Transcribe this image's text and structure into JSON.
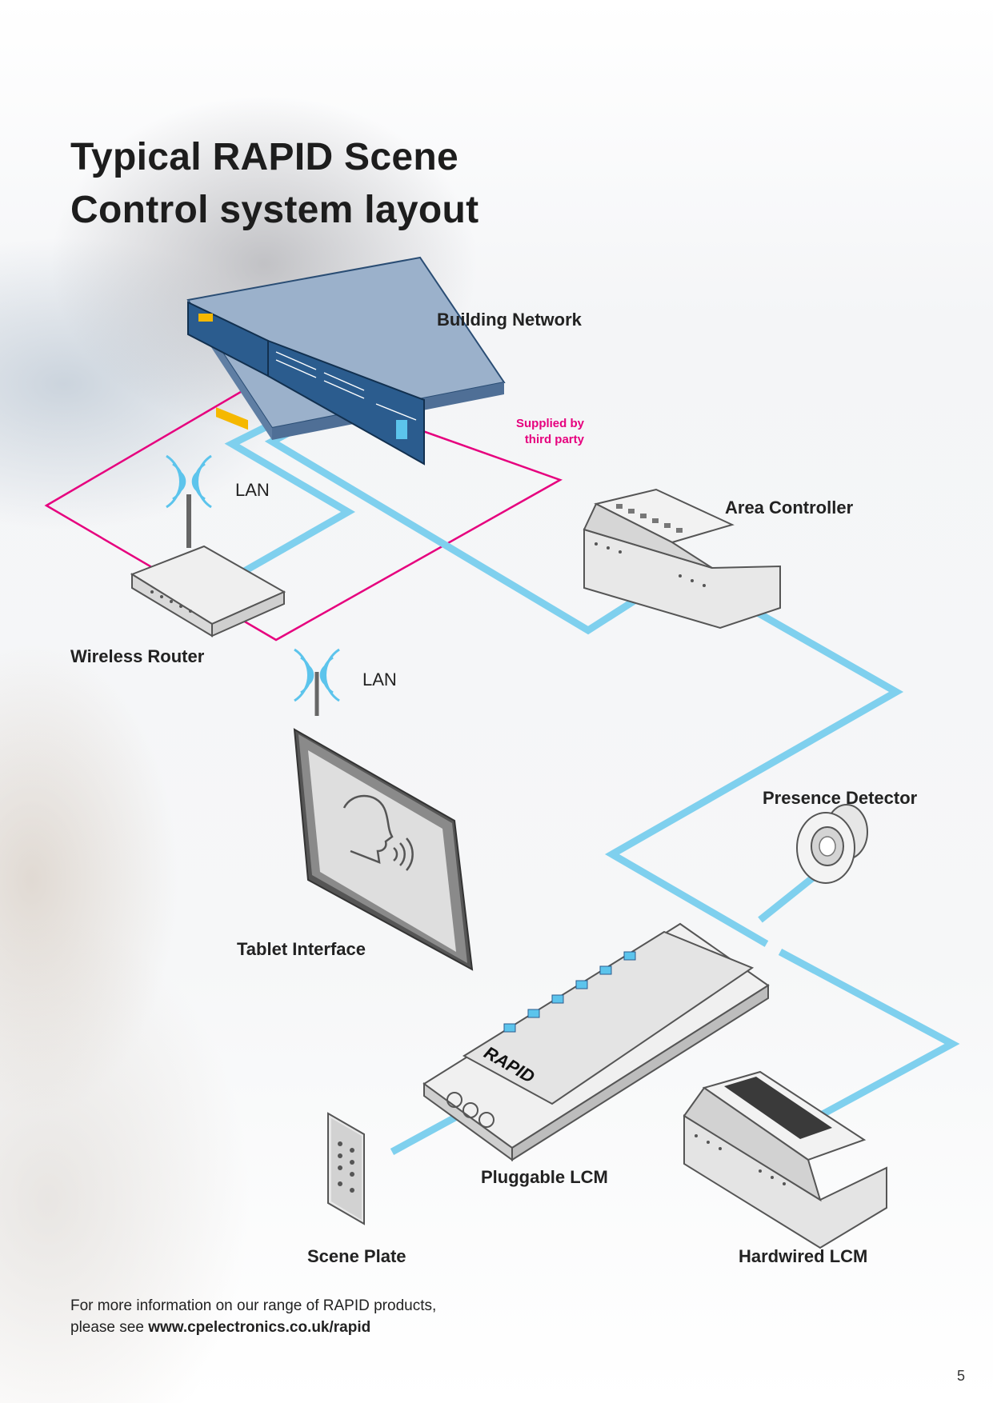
{
  "title": {
    "line1": "Typical RAPID Scene",
    "line2": "Control system layout"
  },
  "labels": {
    "building_network": "Building Network",
    "supplied_line1": "Supplied by",
    "supplied_line2": "third party",
    "lan_router": "LAN",
    "lan_tablet": "LAN",
    "area_controller": "Area Controller",
    "wireless_router": "Wireless Router",
    "presence_detector": "Presence Detector",
    "tablet_interface": "Tablet Interface",
    "pluggable_lcm": "Pluggable LCM",
    "scene_plate": "Scene Plate",
    "hardwired_lcm": "Hardwired LCM",
    "brand_on_lcm": "RAPID"
  },
  "footer": {
    "line1": "For more information on our range of RAPID products,",
    "line2_prefix": "please see ",
    "line2_link": "www.cpelectronics.co.uk/rapid"
  },
  "page_number": "5",
  "colors": {
    "network_cable": "#7fd0ee",
    "third_party_outline": "#e6007e",
    "switch_body": "#9bb1cb",
    "switch_front": "#2b5c8e",
    "wireless_waves": "#5cc4ec"
  },
  "icons": [
    "network-switch-icon",
    "wireless-router-icon",
    "wifi-waves-icon",
    "tablet-icon",
    "voice-control-icon",
    "area-controller-icon",
    "presence-detector-icon",
    "pluggable-lcm-icon",
    "hardwired-lcm-icon",
    "scene-plate-icon"
  ]
}
